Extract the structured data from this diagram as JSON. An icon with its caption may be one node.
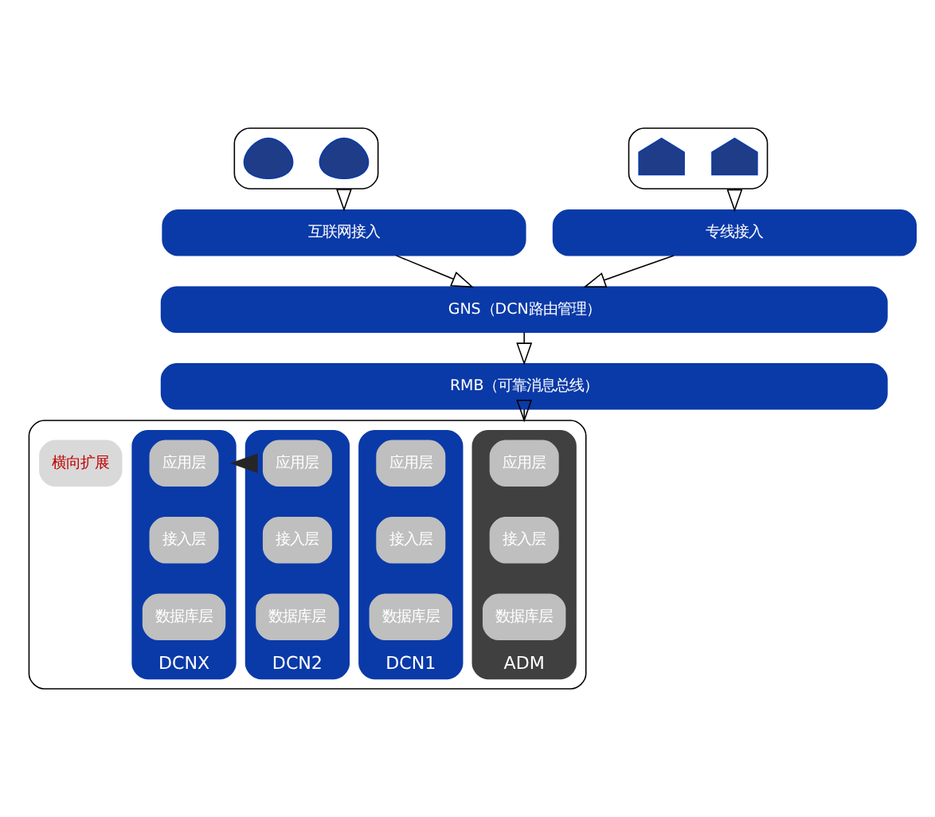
{
  "diagram": {
    "nodes": [
      {
        "text": [],
        "shape": "box"
      },
      {
        "text": [],
        "shape": "person",
        "in": 0
      },
      {
        "text": [],
        "shape": "person",
        "in": 0
      },
      {
        "text": [],
        "shape": "box"
      },
      {
        "text": [],
        "shape": "building",
        "in": 3
      },
      {
        "text": [],
        "shape": "building",
        "in": 3
      },
      {
        "text": [
          "互联网接入"
        ]
      },
      {
        "text": [
          "专线接入"
        ]
      },
      {
        "text": [
          "GNS（DCN路由管理）"
        ]
      },
      {
        "text": [
          "RMB（可靠消息总线）"
        ]
      },
      {
        "text": [],
        "shape": "box"
      },
      {
        "text": [
          "ADM"
        ],
        "in": 10
      },
      {
        "text": [
          "应用层"
        ],
        "in": 11
      },
      {
        "text": [
          "接入层"
        ],
        "in": 11
      },
      {
        "text": [
          "数据库层"
        ],
        "in": 11
      },
      {
        "text": [
          "DCN1"
        ],
        "in": 10
      },
      {
        "text": [
          "应用层"
        ],
        "in": 15
      },
      {
        "text": [
          "接入层"
        ],
        "in": 15
      },
      {
        "text": [
          "数据库层"
        ],
        "in": 15
      },
      {
        "text": [
          "DCN2"
        ],
        "in": 10
      },
      {
        "text": [
          "应用层"
        ],
        "in": 19
      },
      {
        "text": [
          "接入层"
        ],
        "in": 19
      },
      {
        "text": [
          "数据库层"
        ],
        "in": 19
      },
      {
        "text": [
          "横向扩展"
        ],
        "in": 10
      },
      {
        "text": [
          "DCNX"
        ],
        "in": 10
      },
      {
        "text": [
          "应用层"
        ],
        "in": 24
      },
      {
        "text": [
          "接入层"
        ],
        "in": 24
      },
      {
        "text": [
          "数据库层"
        ],
        "in": 24
      }
    ],
    "edges": [
      {
        "from": 0,
        "to": 6,
        "arrow": "to"
      },
      {
        "from": 3,
        "to": 7,
        "arrow": "to"
      },
      {
        "from": 6,
        "to": 8,
        "arrow": "to"
      },
      {
        "from": 7,
        "to": 8,
        "arrow": "to"
      },
      {
        "from": 8,
        "to": 9,
        "arrow": "to"
      },
      {
        "from": 9,
        "to": 10,
        "arrow": "to"
      },
      {
        "from": 19,
        "to": 24,
        "arrow": "to",
        "style": "thick",
        "color": "#262626"
      }
    ]
  }
}
